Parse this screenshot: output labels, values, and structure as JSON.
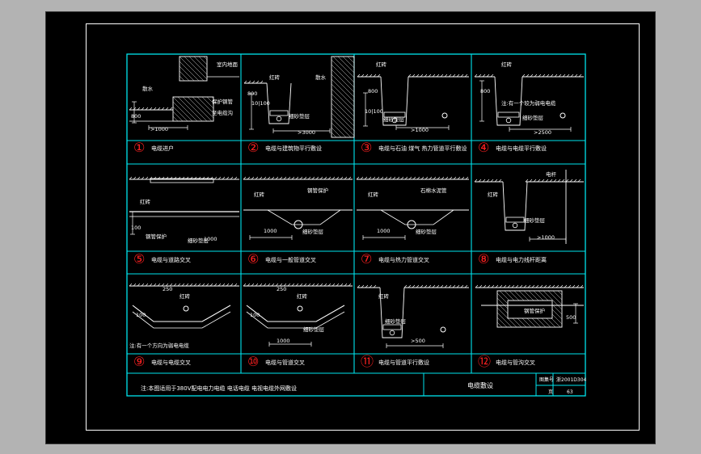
{
  "colors": {
    "background": "#000000",
    "grid": "#00e5ee",
    "geometry": "#ffffff",
    "hatch": "#d9d9d9",
    "label_text": "#ffffff",
    "caption_text": "#ffffff",
    "number_circle": "#ff2020",
    "dimension_text": "#ffffff"
  },
  "cells": [
    {
      "num": "①",
      "caption": "电缆进户",
      "labels": [
        "室内地面",
        "散水",
        "保护钢管",
        "至电缆沟",
        "800",
        ">1000"
      ]
    },
    {
      "num": "②",
      "caption": "电缆与建筑物平行敷设",
      "labels": [
        "红砖",
        "散水",
        "细砂垫层",
        "10|100",
        "800",
        ">3000"
      ]
    },
    {
      "num": "③",
      "caption": "电缆与石油 煤气 热力管道平行敷设",
      "labels": [
        "红砖",
        "细砂垫层",
        "10|100",
        "800",
        ">1000"
      ]
    },
    {
      "num": "④",
      "caption": "电缆与电缆平行敷设",
      "labels": [
        "红砖",
        "注:有一个较为弱电电缆",
        "细砂垫层",
        "800",
        ">2500"
      ]
    },
    {
      "num": "⑤",
      "caption": "电缆与道路交叉",
      "labels": [
        "红砖",
        "钢管保护",
        "细砂垫层",
        "1000",
        "100"
      ]
    },
    {
      "num": "⑥",
      "caption": "电缆与一般管道交叉",
      "labels": [
        "红砖",
        "钢管保护",
        "细砂垫层",
        "1000"
      ]
    },
    {
      "num": "⑦",
      "caption": "电缆与热力管道交叉",
      "labels": [
        "红砖",
        "石棉水泥管",
        "细砂垫层",
        "1000"
      ]
    },
    {
      "num": "⑧",
      "caption": "电缆与电力线杆距离",
      "labels": [
        "红砖",
        "电杆",
        "细砂垫层",
        ">1000"
      ]
    },
    {
      "num": "⑨",
      "caption": "电缆与电缆交叉",
      "labels": [
        "红砖",
        "250",
        "100",
        "注:有一个方向为弱电电缆"
      ]
    },
    {
      "num": "⑩",
      "caption": "电缆与管道交叉",
      "labels": [
        "红砖",
        "250",
        "100",
        "细砂垫层",
        "1000"
      ]
    },
    {
      "num": "⑪",
      "caption": "电缆与管道平行敷设",
      "labels": [
        "红砖",
        "细砂垫层",
        ">500"
      ]
    },
    {
      "num": "⑫",
      "caption": "电缆与管沟交叉",
      "labels": [
        "钢管保护",
        "500"
      ]
    }
  ],
  "title_block": {
    "note": "注:本图适用于380V配电电力电缆 电话电缆 电视电缆外网敷设",
    "title": "电缆敷设",
    "drawing_no_label": "图集号",
    "drawing_no": "浙2001D304",
    "page_label": "页",
    "page": "63"
  }
}
